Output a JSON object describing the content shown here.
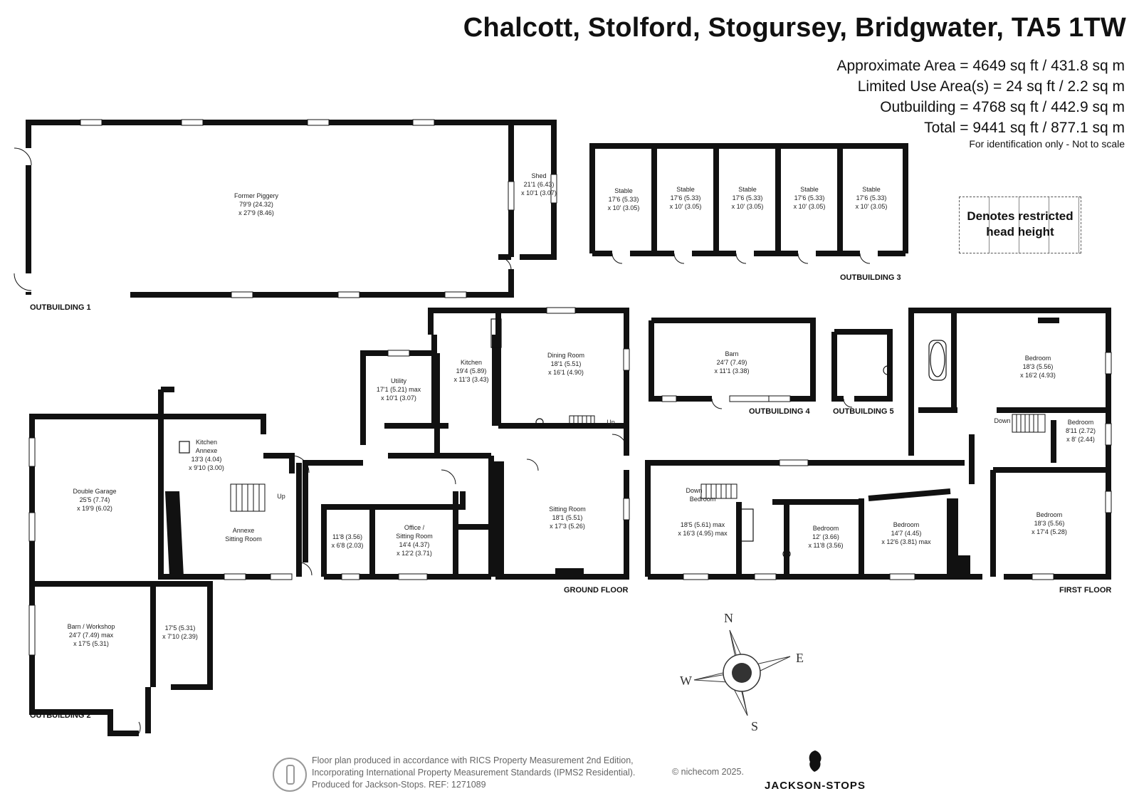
{
  "header": {
    "title": "Chalcott, Stolford, Stogursey, Bridgwater, TA5 1TW",
    "areas": [
      "Approximate Area = 4649 sq ft / 431.8 sq m",
      "Limited Use Area(s) = 24 sq ft / 2.2 sq m",
      "Outbuilding = 4768 sq ft / 442.9 sq m",
      "Total = 9441 sq ft / 877.1 sq m"
    ],
    "disclaimer": "For identification only - Not to scale"
  },
  "legend": {
    "line1": "Denotes restricted",
    "line2": "head height"
  },
  "blocks": {
    "outbuilding1": "OUTBUILDING 1",
    "outbuilding2": "OUTBUILDING 2",
    "outbuilding3": "OUTBUILDING 3",
    "outbuilding4": "OUTBUILDING 4",
    "outbuilding5": "OUTBUILDING 5",
    "ground_floor": "GROUND FLOOR",
    "first_floor": "FIRST FLOOR"
  },
  "rooms": {
    "piggery": {
      "name": "Former Piggery",
      "d1": "79'9 (24.32)",
      "d2": "x 27'9 (8.46)"
    },
    "shed": {
      "name": "Shed",
      "d1": "21'1 (6.43)",
      "d2": "x 10'1 (3.07)"
    },
    "stable": {
      "name": "Stable",
      "d1": "17'6 (5.33)",
      "d2": "x 10' (3.05)"
    },
    "barn": {
      "name": "Barn",
      "d1": "24'7 (7.49)",
      "d2": "x 11'1 (3.38)"
    },
    "kitchen": {
      "name": "Kitchen",
      "d1": "19'4 (5.89)",
      "d2": "x 11'3 (3.43)"
    },
    "dining": {
      "name": "Dining Room",
      "d1": "18'1 (5.51)",
      "d2": "x 16'1 (4.90)"
    },
    "utility": {
      "name": "Utility",
      "d1": "17'1 (5.21) max",
      "d2": "x 10'1 (3.07)"
    },
    "kitchen_annexe": {
      "name1": "Kitchen",
      "name2": "Annexe",
      "d1": "13'3 (4.04)",
      "d2": "x 9'10 (3.00)"
    },
    "garage": {
      "name": "Double Garage",
      "d1": "25'5 (7.74)",
      "d2": "x 19'9 (6.02)"
    },
    "annexe_sitting": {
      "name1": "Annexe",
      "name2": "Sitting Room"
    },
    "small_room": {
      "d1": "11'8 (3.56)",
      "d2": "x 6'8 (2.03)"
    },
    "office": {
      "name1": "Office /",
      "name2": "Sitting Room",
      "d1": "14'4 (4.37)",
      "d2": "x 12'2 (3.71)"
    },
    "sitting": {
      "name": "Sitting Room",
      "d1": "18'1 (5.51)",
      "d2": "x 17'3 (5.26)"
    },
    "workshop": {
      "name": "Barn / Workshop",
      "d1": "24'7 (7.49) max",
      "d2": "x 17'5 (5.31)"
    },
    "store": {
      "d1": "17'5 (5.31)",
      "d2": "x 7'10 (2.39)"
    },
    "ff_bed_tr": {
      "name": "Bedroom",
      "d1": "18'3 (5.56)",
      "d2": "x 16'2 (4.93)"
    },
    "ff_bed_small": {
      "name": "Bedroom",
      "d1": "8'11 (2.72)",
      "d2": "x 8' (2.44)"
    },
    "ff_bed_br": {
      "name": "Bedroom",
      "d1": "18'3 (5.56)",
      "d2": "x 17'4 (5.28)"
    },
    "ff_bed_left": {
      "name": "Bedroom",
      "d1": "18'5 (5.61) max",
      "d2": "x 16'3 (4.95) max"
    },
    "ff_bed_mid": {
      "name": "Bedroom",
      "d1": "12' (3.66)",
      "d2": "x 11'8 (3.56)"
    },
    "ff_bed_right": {
      "name": "Bedroom",
      "d1": "14'7 (4.45)",
      "d2": "x 12'6 (3.81) max"
    }
  },
  "stair_labels": {
    "up": "Up",
    "down": "Down"
  },
  "compass": {
    "n": "N",
    "e": "E",
    "s": "S",
    "w": "W"
  },
  "footer": {
    "line1": "Floor plan produced in accordance with RICS Property Measurement 2nd Edition,",
    "line2": "Incorporating International Property Measurement Standards (IPMS2 Residential).",
    "line3": "Produced for Jackson-Stops.   REF:  1271089",
    "copyright": "© nichecom 2025.",
    "brand": "JACKSON-STOPS"
  }
}
